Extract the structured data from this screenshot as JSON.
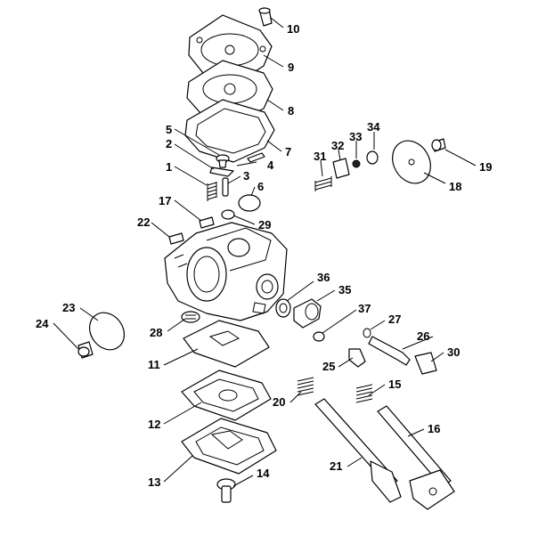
{
  "callouts": {
    "c1": "1",
    "c2": "2",
    "c3": "3",
    "c4": "4",
    "c5": "5",
    "c6": "6",
    "c7": "7",
    "c8": "8",
    "c9": "9",
    "c10": "10",
    "c11": "11",
    "c12": "12",
    "c13": "13",
    "c14": "14",
    "c15": "15",
    "c16": "16",
    "c17": "17",
    "c18": "18",
    "c19": "19",
    "c20": "20",
    "c21": "21",
    "c22": "22",
    "c23": "23",
    "c24": "24",
    "c25": "25",
    "c26": "26",
    "c27": "27",
    "c28": "28",
    "c29": "29",
    "c30": "30",
    "c31": "31",
    "c32": "32",
    "c33": "33",
    "c34": "34",
    "c35": "35",
    "c36": "36",
    "c37": "37"
  }
}
